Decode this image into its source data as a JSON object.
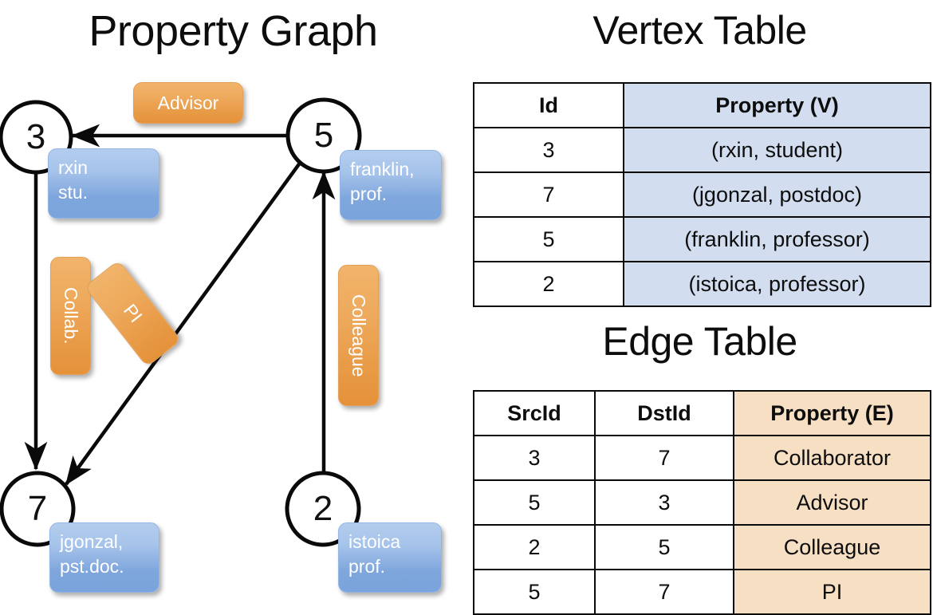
{
  "titles": {
    "property_graph": "Property Graph",
    "vertex_table": "Vertex Table",
    "edge_table": "Edge Table"
  },
  "graph": {
    "nodes": [
      {
        "id": "3",
        "property": "rxin\nstu."
      },
      {
        "id": "5",
        "property": "franklin,\nprof."
      },
      {
        "id": "7",
        "property": "jgonzal,\npst.doc."
      },
      {
        "id": "2",
        "property": "istoica\nprof."
      }
    ],
    "node_labels": {
      "n3": "3",
      "n5": "5",
      "n7": "7",
      "n2": "2"
    },
    "node_props": {
      "rxin_line1": "rxin",
      "rxin_line2": "stu.",
      "franklin_line1": "franklin,",
      "franklin_line2": "prof.",
      "jgonzal_line1": "jgonzal,",
      "jgonzal_line2": "pst.doc.",
      "istoica_line1": "istoica",
      "istoica_line2": "prof."
    },
    "edge_labels": {
      "advisor": "Advisor",
      "collab": "Collab.",
      "pi": "PI",
      "colleague": "Colleague"
    },
    "edges": [
      {
        "src": "5",
        "dst": "3",
        "label": "Advisor"
      },
      {
        "src": "3",
        "dst": "7",
        "label": "Collab."
      },
      {
        "src": "5",
        "dst": "7",
        "label": "PI"
      },
      {
        "src": "2",
        "dst": "5",
        "label": "Colleague"
      }
    ]
  },
  "vertex_table": {
    "headers": [
      "Id",
      "Property (V)"
    ],
    "rows": [
      {
        "id": "3",
        "property": "(rxin, student)"
      },
      {
        "id": "7",
        "property": "(jgonzal, postdoc)"
      },
      {
        "id": "5",
        "property": "(franklin, professor)"
      },
      {
        "id": "2",
        "property": "(istoica, professor)"
      }
    ]
  },
  "edge_table": {
    "headers": [
      "SrcId",
      "DstId",
      "Property (E)"
    ],
    "rows": [
      {
        "src": "3",
        "dst": "7",
        "property": "Collaborator"
      },
      {
        "src": "5",
        "dst": "3",
        "property": "Advisor"
      },
      {
        "src": "2",
        "dst": "5",
        "property": "Colleague"
      },
      {
        "src": "5",
        "dst": "7",
        "property": "PI"
      }
    ]
  },
  "colors": {
    "vertex_property_fill": "#d2def0",
    "edge_property_fill": "#f7dfc4",
    "node_box_blue": "#7ea6dd",
    "edge_label_orange": "#e89a45",
    "stroke": "#0a0a0a"
  }
}
